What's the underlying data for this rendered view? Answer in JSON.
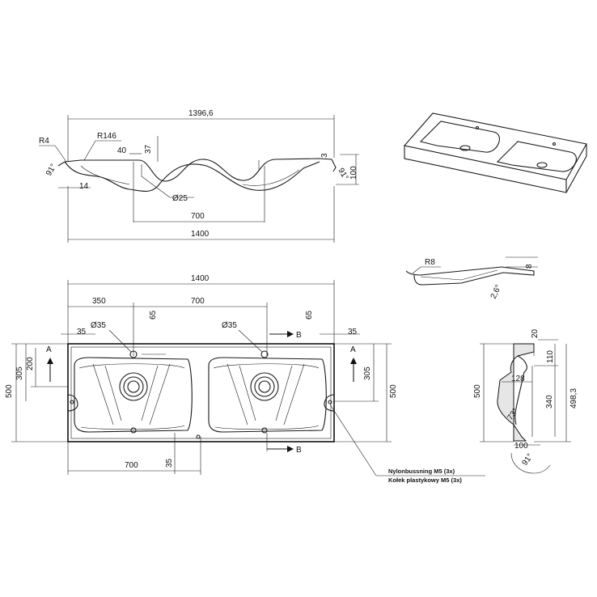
{
  "dimensions": {
    "top_overall": "1396,6",
    "top_radius_r4": "R4",
    "top_radius_r146": "R146",
    "top_40": "40",
    "top_37": "37",
    "top_3": "3",
    "top_100": "100",
    "top_14": "14",
    "top_angle_left": "91°",
    "top_angle_right": "91°",
    "top_hole": "Ø25",
    "top_center_distance": "700",
    "top_width": "1400",
    "profile_radius": "R8",
    "profile_8": "8",
    "profile_angle": "2,6°",
    "plan_width": "1400",
    "plan_350": "350",
    "plan_700_top": "700",
    "plan_35_left": "35",
    "plan_hole_left": "Ø35",
    "plan_hole_right": "Ø35",
    "plan_65_left": "65",
    "plan_65_right": "65",
    "plan_35_right": "35",
    "plan_500_left": "500",
    "plan_305_left": "305",
    "plan_200": "200",
    "plan_305_right": "305",
    "plan_500_right": "500",
    "plan_700_bottom": "700",
    "plan_35_bottom": "35",
    "section_mark_a_left": "A",
    "section_mark_a_right": "A",
    "section_mark_b_top": "B",
    "section_mark_b_bottom": "B",
    "section_20": "20",
    "section_110": "110",
    "section_500": "500",
    "section_128": "128",
    "section_340": "340",
    "section_498": "498,3",
    "section_angle_73": "73°",
    "section_100": "100",
    "section_angle_91": "91°"
  },
  "notes": {
    "line1": "Nylonbussning M5 (3x)",
    "line2": "Kołek plastykowy M5 (3x)"
  }
}
